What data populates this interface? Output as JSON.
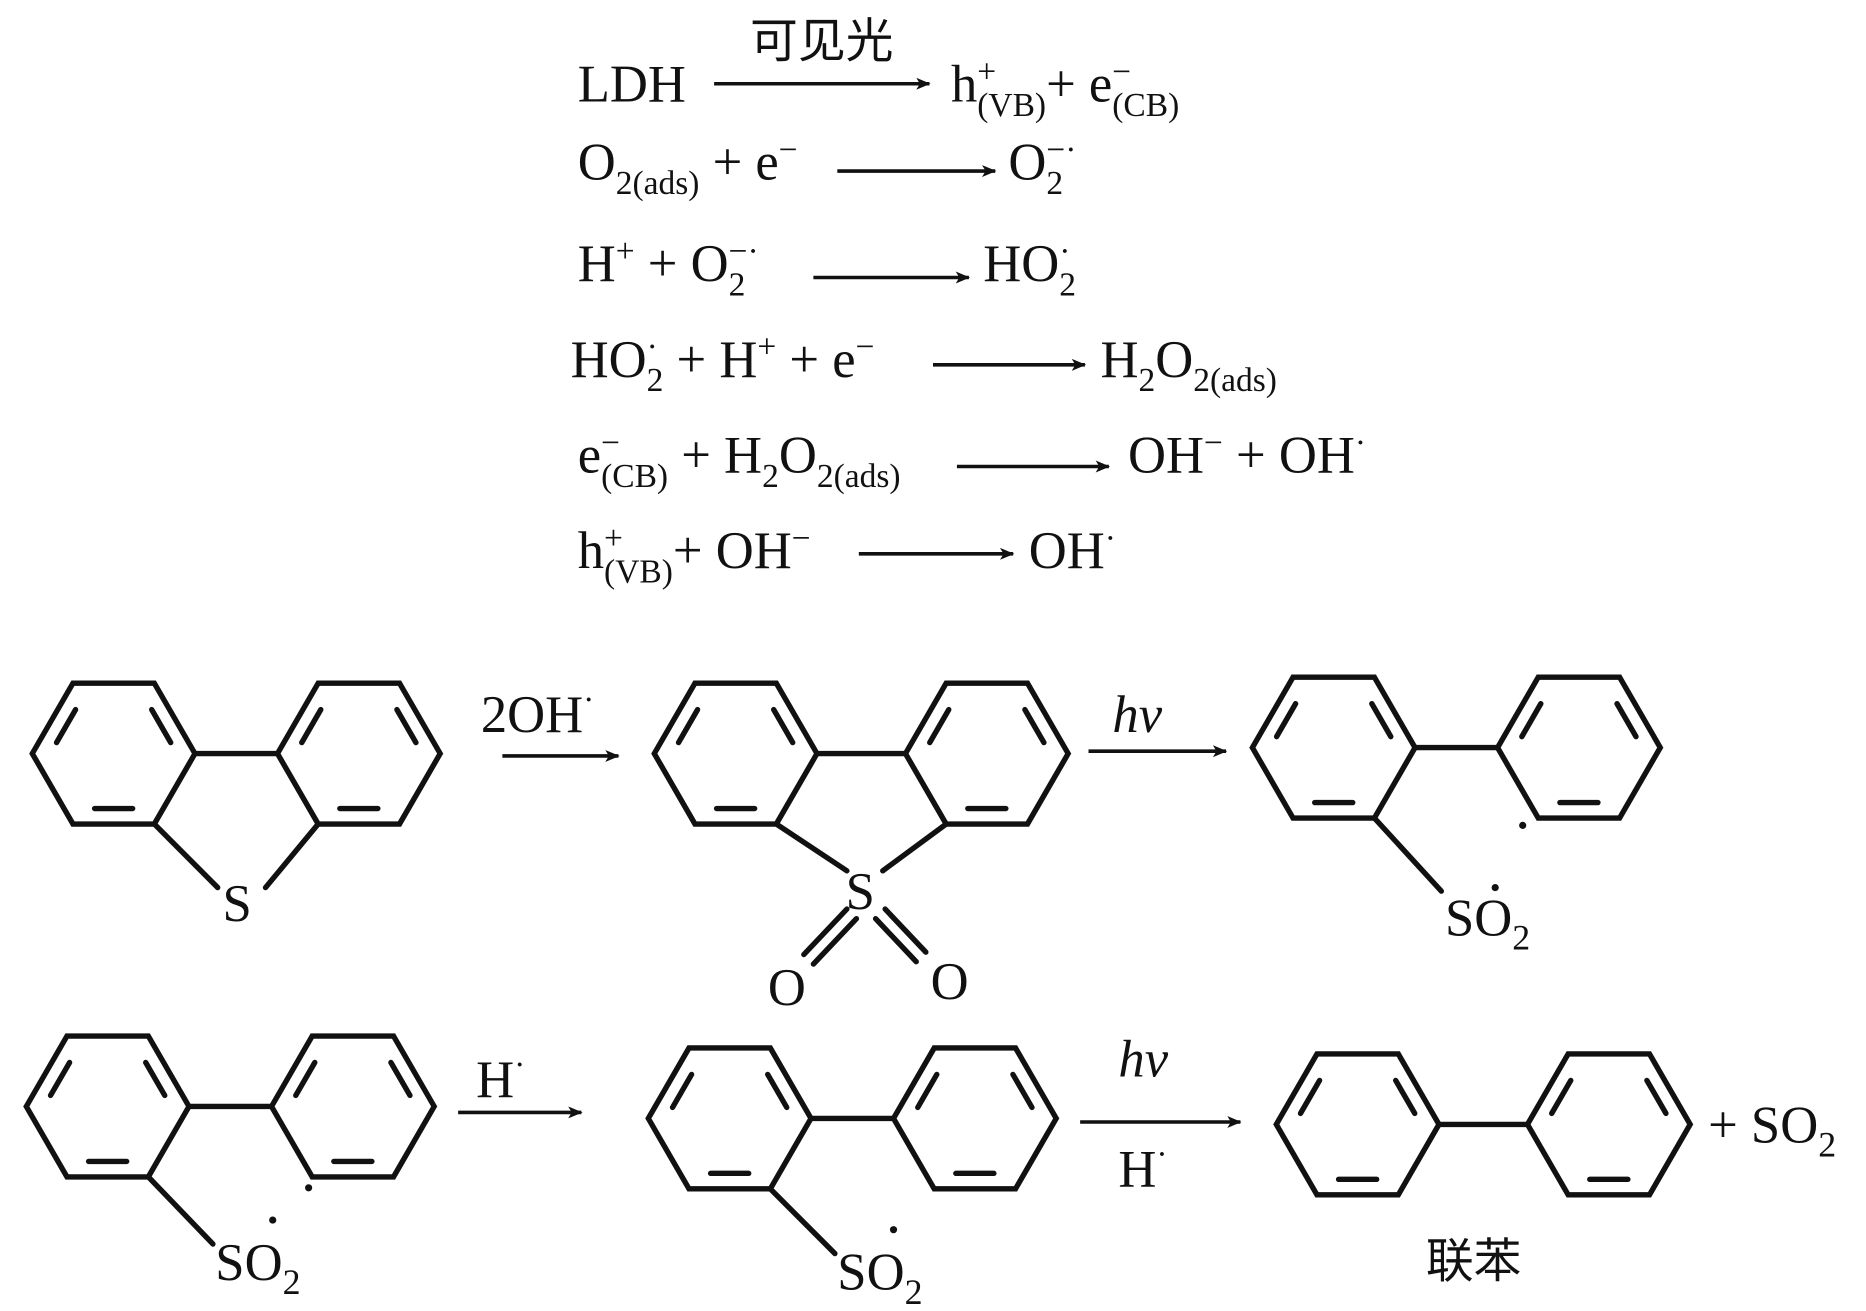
{
  "equations": [
    {
      "left": [
        [
          "LDH",
          "n"
        ]
      ],
      "arrow_label": "可见光",
      "right": [
        [
          "h",
          "n"
        ],
        [
          "+",
          "(VB)",
          "ss"
        ],
        [
          "+ e",
          "n"
        ],
        [
          "−",
          "(CB)",
          "ss"
        ]
      ]
    },
    {
      "left": [
        [
          "O",
          "n"
        ],
        [
          "2(ads)",
          "sub"
        ],
        [
          " + e",
          "n"
        ],
        [
          "−",
          "sup"
        ]
      ],
      "right": [
        [
          "O",
          "n"
        ],
        [
          "−·",
          "2",
          "ss"
        ]
      ]
    },
    {
      "left": [
        [
          "H",
          "n"
        ],
        [
          "+",
          "sup"
        ],
        [
          " + O",
          "n"
        ],
        [
          "−·",
          "2",
          "ss"
        ]
      ],
      "right": [
        [
          "HO",
          "n"
        ],
        [
          "·",
          "2",
          "ss"
        ]
      ]
    },
    {
      "left": [
        [
          "HO",
          "n"
        ],
        [
          "·",
          "2",
          "ss"
        ],
        [
          " + H",
          "n"
        ],
        [
          "+",
          "sup"
        ],
        [
          " + e",
          "n"
        ],
        [
          "−",
          "sup"
        ]
      ],
      "right": [
        [
          "H",
          "n"
        ],
        [
          "2",
          "sub"
        ],
        [
          "O",
          "n"
        ],
        [
          "2(ads)",
          "sub"
        ]
      ]
    },
    {
      "left": [
        [
          "e",
          "n"
        ],
        [
          "−",
          "(CB)",
          "ss"
        ],
        [
          " + H",
          "n"
        ],
        [
          "2",
          "sub"
        ],
        [
          "O",
          "n"
        ],
        [
          "2(ads)",
          "sub"
        ]
      ],
      "right": [
        [
          "OH",
          "n"
        ],
        [
          "−",
          "sup"
        ],
        [
          " + OH",
          "n"
        ],
        [
          "·",
          "sup"
        ]
      ]
    },
    {
      "left": [
        [
          "h",
          "n"
        ],
        [
          "+",
          "(VB)",
          "ss"
        ],
        [
          "+ OH",
          "n"
        ],
        [
          "−",
          "sup"
        ]
      ],
      "right": [
        [
          "OH",
          "n"
        ],
        [
          "·",
          "sup"
        ]
      ]
    }
  ],
  "scheme": {
    "atom_s": "S",
    "atom_o": "O",
    "so2_label": "SO",
    "so2_sub": "2",
    "radical_dot": "·",
    "arrow1_label": "2OH",
    "arrow2_label": "hv",
    "arrow3_label": "H",
    "arrow4_top_label": "hv",
    "arrow4_bottom_label": "H",
    "byproduct": "+ SO",
    "byproduct_sub": "2",
    "product_name": "联苯"
  }
}
